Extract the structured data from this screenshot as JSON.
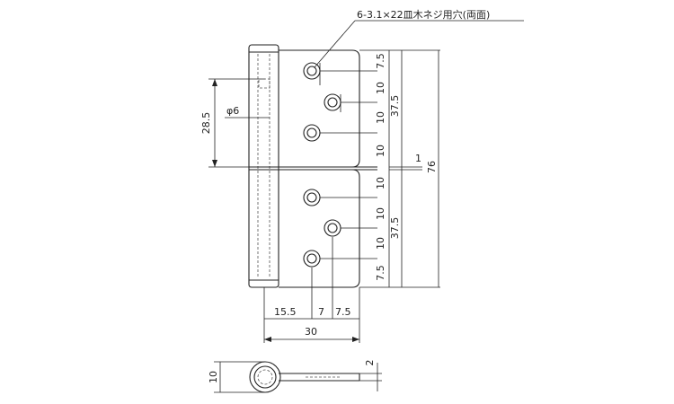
{
  "drawing": {
    "note": "6-3.1×22皿木ネジ用穴(両面)",
    "pin_diameter": "φ6",
    "dims_right": {
      "top_edge": "7.5",
      "upper_a": "10",
      "upper_b": "10",
      "upper_c": "10",
      "upper_total": "37.5",
      "gap": "1",
      "overall": "76",
      "lower_a": "10",
      "lower_b": "10",
      "lower_c": "10",
      "lower_total": "37.5",
      "bottom_edge": "7.5"
    },
    "dims_left": {
      "pin_length": "28.5"
    },
    "dims_bottom": {
      "d1": "15.5",
      "d2": "7",
      "d3": "7.5",
      "width": "30"
    },
    "side_view": {
      "height": "10",
      "thickness": "2"
    }
  }
}
